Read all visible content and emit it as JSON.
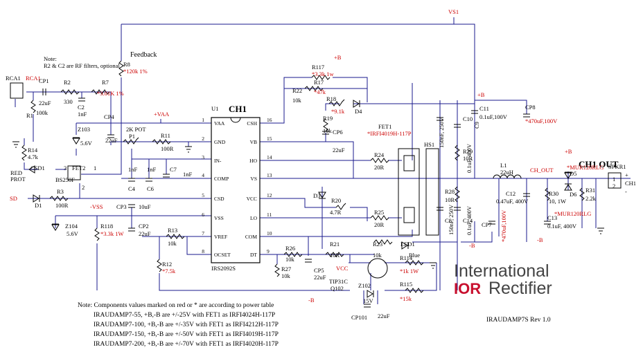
{
  "ic": {
    "ref": "U1",
    "title": "CH1",
    "part": "IRS2092S",
    "left_pins": [
      {
        "num": "1",
        "name": "VAA"
      },
      {
        "num": "2",
        "name": "GND"
      },
      {
        "num": "3",
        "name": "IN-"
      },
      {
        "num": "4",
        "name": "COMP"
      },
      {
        "num": "5",
        "name": "CSD"
      },
      {
        "num": "6",
        "name": "VSS"
      },
      {
        "num": "7",
        "name": "VREF"
      },
      {
        "num": "8",
        "name": "OCSET"
      }
    ],
    "right_pins": [
      {
        "num": "16",
        "name": "CSH"
      },
      {
        "num": "15",
        "name": "VB"
      },
      {
        "num": "14",
        "name": "HO"
      },
      {
        "num": "13",
        "name": "VS"
      },
      {
        "num": "12",
        "name": "VCC"
      },
      {
        "num": "11",
        "name": "LO"
      },
      {
        "num": "10",
        "name": "COM"
      },
      {
        "num": "9",
        "name": "DT"
      }
    ]
  },
  "nets": {
    "vs1": "VS1",
    "feedback": "Feedback",
    "vaa": "+VAA",
    "vss": "-VSS",
    "vcc": "VCC",
    "ch_out": "CH_OUT",
    "sd": "SD",
    "rca1": "RCA1",
    "red_prot": "RED",
    "prot": "PROT",
    "plus_b": "+B",
    "minus_b": "-B",
    "ch1_out": "CH1 OUT",
    "ch1": "CH1",
    "speaker_plus": "+",
    "speaker_minus": "-"
  },
  "note_rf": [
    "Note:",
    "R2 & C2 are RF filters, optional"
  ],
  "labels": {
    "rca1_conn": "RCA1",
    "cp1": "CP1",
    "cp1_v": "22uF",
    "r2": "R2",
    "r2_v": "330",
    "c2": "C2",
    "c2_v": "1nF",
    "r7": "R7",
    "r7_v": "*3.01K 1%",
    "r8": "R8",
    "r8_v": "*120k 1%",
    "r1": "R1",
    "r1_v": "100k",
    "z103": "Z103",
    "z103_v": "5.6V",
    "r14": "R14",
    "r14_v": "4.7k",
    "csd1": "CSD1",
    "fet2": "FET2",
    "fet2_p": "BS250F",
    "cp4": "CP4",
    "cp4_v": "22uF",
    "pot": "2K POT",
    "p1": "P1",
    "r11": "R11",
    "r11_v": "100R",
    "c4": "C4",
    "c4_v": "1nF",
    "c6": "C6",
    "c6_v": "1nF",
    "c7": "C7",
    "c7_v": "1nF",
    "d1": "D1",
    "r3": "R3",
    "r3_v": "100R",
    "cp3": "CP3",
    "cp3_v": "10uF",
    "cp2": "CP2",
    "cp2_v": "22uF",
    "z104": "Z104",
    "z104_v": "5.6V",
    "r118": "R118",
    "r118_v": "*3.3k 1W",
    "r13": "R13",
    "r13_v": "10k",
    "r12": "R12",
    "r12_v": "*7.5k",
    "r117": "R117",
    "r117_v": "*3.3k 1w",
    "r17": "R17",
    "r17_v": "*47k",
    "r22": "R22",
    "r22_v": "10k",
    "r18": "R18",
    "r18_v": "*9.1k",
    "d4": "D4",
    "r19": "R19",
    "r19_v": "10k",
    "cp6": "CP6",
    "cp6_v": "22uF",
    "fet1": "FET1",
    "fet1_p": "*IRFI4019H-117P",
    "r24": "R24",
    "r24_v": "20R",
    "r25": "R25",
    "r25_v": "20R",
    "d3": "D3",
    "r20": "R20",
    "r20_v": "4.7R",
    "r26": "R26",
    "r26_v": "10k",
    "r27": "R27",
    "r27_v": "10k",
    "cp5": "CP5",
    "cp5_v": "22uF",
    "r21": "R21",
    "r21_v": "10R",
    "r23": "R23",
    "r23_v": "10k",
    "led1": "LED1",
    "led1_c": "Blue",
    "tip": "TIP31C",
    "q102": "Q102",
    "z102": "Z102",
    "z102_v": "15V",
    "cp101": "CP101",
    "cp101_v": "22uF",
    "r114": "R114",
    "r114_v": "*1k 1W",
    "r115": "R115",
    "r115_v": "*15k",
    "hs1": "HS1",
    "c9": "C9",
    "c9_v": "150nF, 250V",
    "c10": "C10",
    "c10_v": "0.1uF, 400V",
    "c8": "C8",
    "c8_v": "150nF, 250V",
    "c14": "C14",
    "c14_v": "0.1uF, 400V",
    "r29": "R29",
    "r29_v": "10R",
    "r28": "R28",
    "r28_v": "10R",
    "c11": "C11",
    "c11_v": "0.1uF,100V",
    "cp8": "CP8",
    "cp8_v": "*470uF,100V",
    "cp7": "CP7",
    "cp7_v": "*470uF,100V",
    "l1": "L1",
    "l1_v": "22uH",
    "c12": "C12",
    "c12_v": "0.47uF, 400V",
    "r30": "R30",
    "r30_v": "10, 1W",
    "c13": "C13",
    "c13_v": "0.1uF, 400V",
    "d5": "D5",
    "d5_p": "*MUR120RLG",
    "d6": "D6",
    "d6_p": "*MUR120RLG",
    "r31": "R31",
    "r31_v": "2.2k",
    "spkr1": "SPKR1",
    "pin1": "1",
    "pin2": "2",
    "n1": "1",
    "n2": "2",
    "n3": "3"
  },
  "logo": {
    "line1": "International",
    "brand": "IOR",
    "line2": "Rectifier",
    "revision": "IRAUDAMP7S Rev 1.0"
  },
  "bottom_note": [
    "Note: Components values marked on red or * are according to power table",
    "IRAUDAMP7-55, +B,-B are +/-25V with FET1 as IRFI4024H-117P",
    "IRAUDAMP7-100, +B,-B are +/-35V with FET1 as IRFI4212H-117P",
    "IRAUDAMP7-150, +B,-B are +/-50V with FET1 as IRFI4019H-117P",
    "IRAUDAMP7-200, +B,-B are +/-70V with FET1 as IRFI4020H-117P"
  ],
  "colors": {
    "wire": "#1a1a8c",
    "part": "#000000",
    "value_red": "#cc0000",
    "logo_red": "#c8102e"
  }
}
